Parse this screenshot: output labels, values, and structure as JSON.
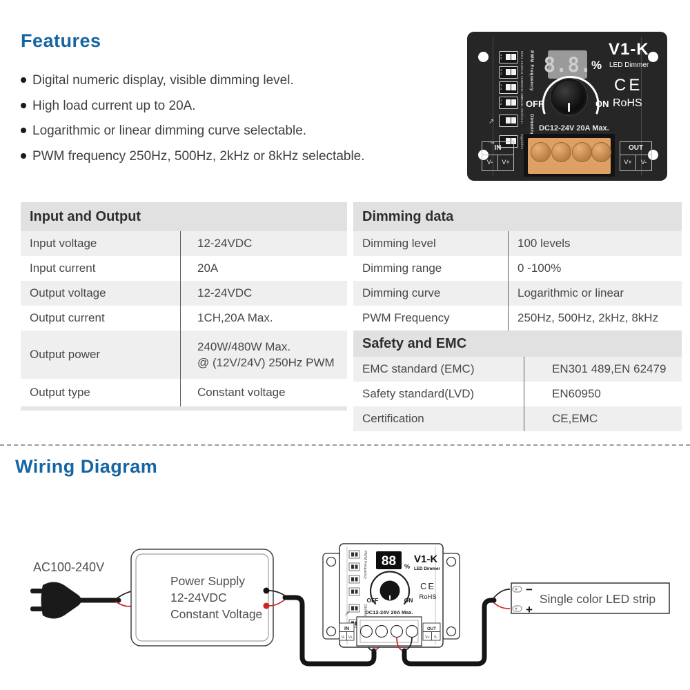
{
  "features": {
    "title": "Features",
    "items": [
      "Digital numeric display, visible dimming level.",
      "High load current up to 20A.",
      "Logarithmic or linear dimming curve selectable.",
      "PWM frequency 250Hz, 500Hz, 2kHz or 8kHz selectable."
    ]
  },
  "device": {
    "model": "V1-K",
    "type": "LED Dimmer",
    "display_value": "8.8.",
    "percent": "%",
    "off": "OFF",
    "on": "ON",
    "ce": "CE",
    "rohs": "RoHS",
    "rating": "DC12-24V  20A Max.",
    "pwm_frequency_label": "PWM Frequency",
    "dimming_curve_label": "Dimming Curve",
    "dip_scale": "1 2",
    "dip_labels": [
      "8kHz  10A",
      "2kHz  16A",
      "500Hz  20A",
      "250Hz  20A"
    ],
    "curve_labels": [
      "linear",
      "logarithm"
    ],
    "in_label": "IN",
    "out_label": "OUT",
    "in_terminals": [
      "V-",
      "V+"
    ],
    "out_terminals": [
      "V+",
      "V-"
    ]
  },
  "tables": {
    "input_output": {
      "title": "Input and Output",
      "rows": [
        {
          "label": "Input voltage",
          "value": "12-24VDC"
        },
        {
          "label": "Input current",
          "value": "20A"
        },
        {
          "label": "Output voltage",
          "value": "12-24VDC"
        },
        {
          "label": "Output current",
          "value": "1CH,20A Max."
        },
        {
          "label": "Output power",
          "value": "240W/480W Max.",
          "value2": "@ (12V/24V) 250Hz PWM"
        },
        {
          "label": "Output type",
          "value": "Constant voltage"
        }
      ]
    },
    "dimming": {
      "title": "Dimming data",
      "rows": [
        {
          "label": "Dimming level",
          "value": "100 levels"
        },
        {
          "label": "Dimming range",
          "value": "0 -100%"
        },
        {
          "label": "Dimming curve",
          "value": "Logarithmic or linear"
        },
        {
          "label": "PWM Frequency",
          "value": "250Hz, 500Hz, 2kHz, 8kHz"
        }
      ]
    },
    "safety": {
      "title": "Safety and EMC",
      "rows": [
        {
          "label": "EMC standard (EMC)",
          "value": "EN301 489,EN 62479"
        },
        {
          "label": "Safety standard(LVD)",
          "value": "EN60950"
        },
        {
          "label": "Certification",
          "value": "CE,EMC"
        }
      ]
    }
  },
  "wiring": {
    "title": "Wiring Diagram",
    "ac_label": "AC100-240V",
    "psu_lines": [
      "Power Supply",
      "12-24VDC",
      "Constant Voltage"
    ],
    "display_value": "88",
    "strip_label": "Single color LED strip",
    "minus": "−",
    "plus": "+"
  },
  "colors": {
    "heading_blue": "#1565a3",
    "table_header_bg": "#e1e1e1",
    "row_alt_bg": "#efefef",
    "terminal_orange": "#dfa066",
    "wire_red": "#cc2222",
    "wire_black": "#151515"
  }
}
